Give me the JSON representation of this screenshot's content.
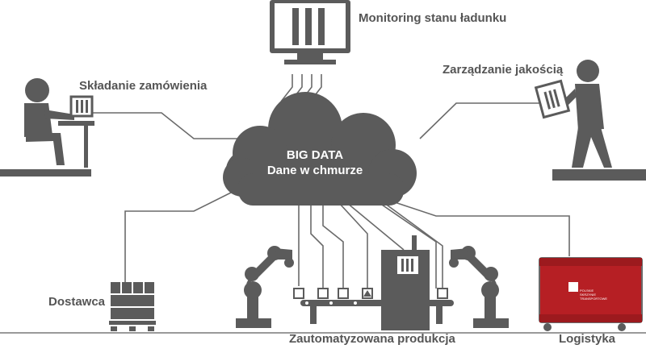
{
  "diagram": {
    "cloud": {
      "line1": "BIG DATA",
      "line2": "Dane w chmurze"
    },
    "labels": {
      "monitoring": "Monitoring stanu ładunku",
      "ordering": "Składanie zamówienia",
      "quality": "Zarządzanie jakością",
      "supplier": "Dostawca",
      "production": "Zautomatyzowana produkcja",
      "logistics": "Logistyka"
    },
    "case_logo": [
      "POLSKIE",
      "SKRZYNIE",
      "TRANSPORTOWE"
    ]
  },
  "colors": {
    "gray": "#5b5b5b",
    "line": "#6a6a6a",
    "red": "#b61f24",
    "text": "#555555",
    "white": "#ffffff"
  },
  "icons": [
    "monitor-icon",
    "person-at-desk-icon",
    "walking-person-icon",
    "cloud-icon",
    "robot-arm-icon",
    "conveyor-icon",
    "factory-machine-icon",
    "pallet-boxes-icon",
    "transport-case-icon"
  ]
}
